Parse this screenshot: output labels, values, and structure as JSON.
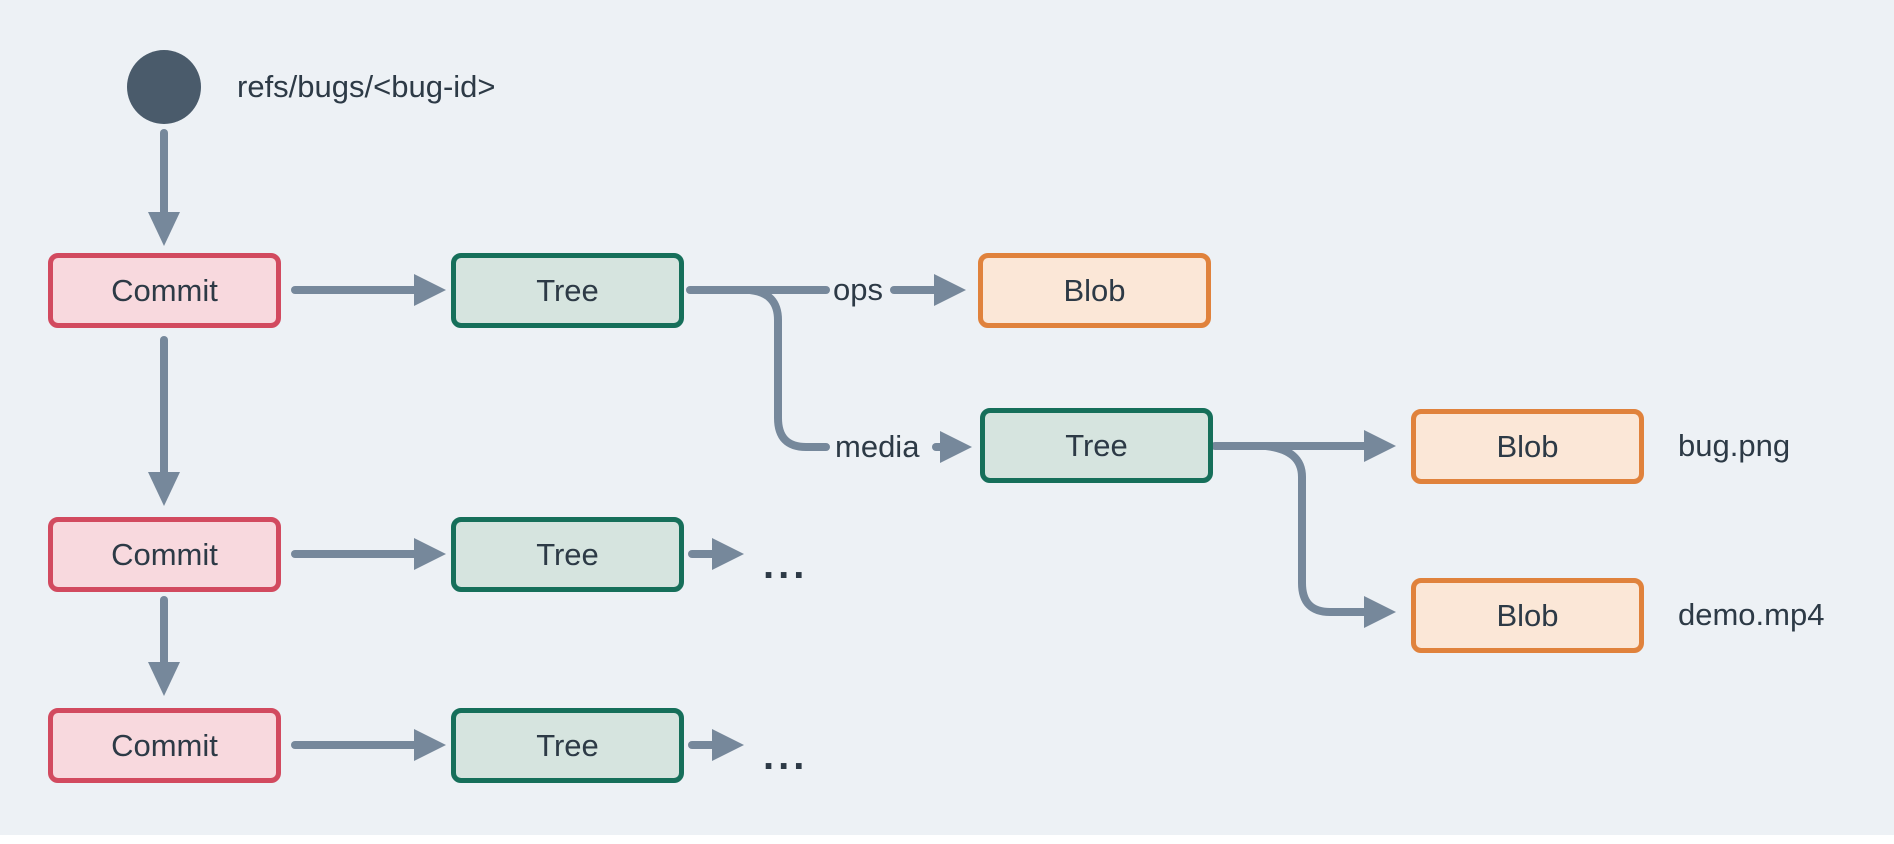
{
  "diagram": {
    "ref": {
      "label": "refs/bugs/<bug-id>"
    },
    "nodes": [
      {
        "id": "commit-1",
        "type": "commit",
        "label": "Commit"
      },
      {
        "id": "tree-1",
        "type": "tree",
        "label": "Tree"
      },
      {
        "id": "blob-ops",
        "type": "blob",
        "label": "Blob"
      },
      {
        "id": "tree-media",
        "type": "tree",
        "label": "Tree"
      },
      {
        "id": "blob-bug",
        "type": "blob",
        "label": "Blob",
        "file_label": "bug.png"
      },
      {
        "id": "blob-demo",
        "type": "blob",
        "label": "Blob",
        "file_label": "demo.mp4"
      },
      {
        "id": "commit-2",
        "type": "commit",
        "label": "Commit"
      },
      {
        "id": "tree-2",
        "type": "tree",
        "label": "Tree"
      },
      {
        "id": "commit-3",
        "type": "commit",
        "label": "Commit"
      },
      {
        "id": "tree-3",
        "type": "tree",
        "label": "Tree"
      }
    ],
    "edge_labels": {
      "ops": "ops",
      "media": "media"
    },
    "truncation_marker": "...",
    "colors": {
      "background": "#edf1f5",
      "arrow": "#76889b",
      "text": "#2d3a46",
      "ref_circle": "#4a5b6b",
      "commit_fill": "#f8d9de",
      "commit_border": "#d24a5f",
      "tree_fill": "#d6e4df",
      "tree_border": "#166f5a",
      "blob_fill": "#fbe7d7",
      "blob_border": "#e0823c"
    }
  }
}
